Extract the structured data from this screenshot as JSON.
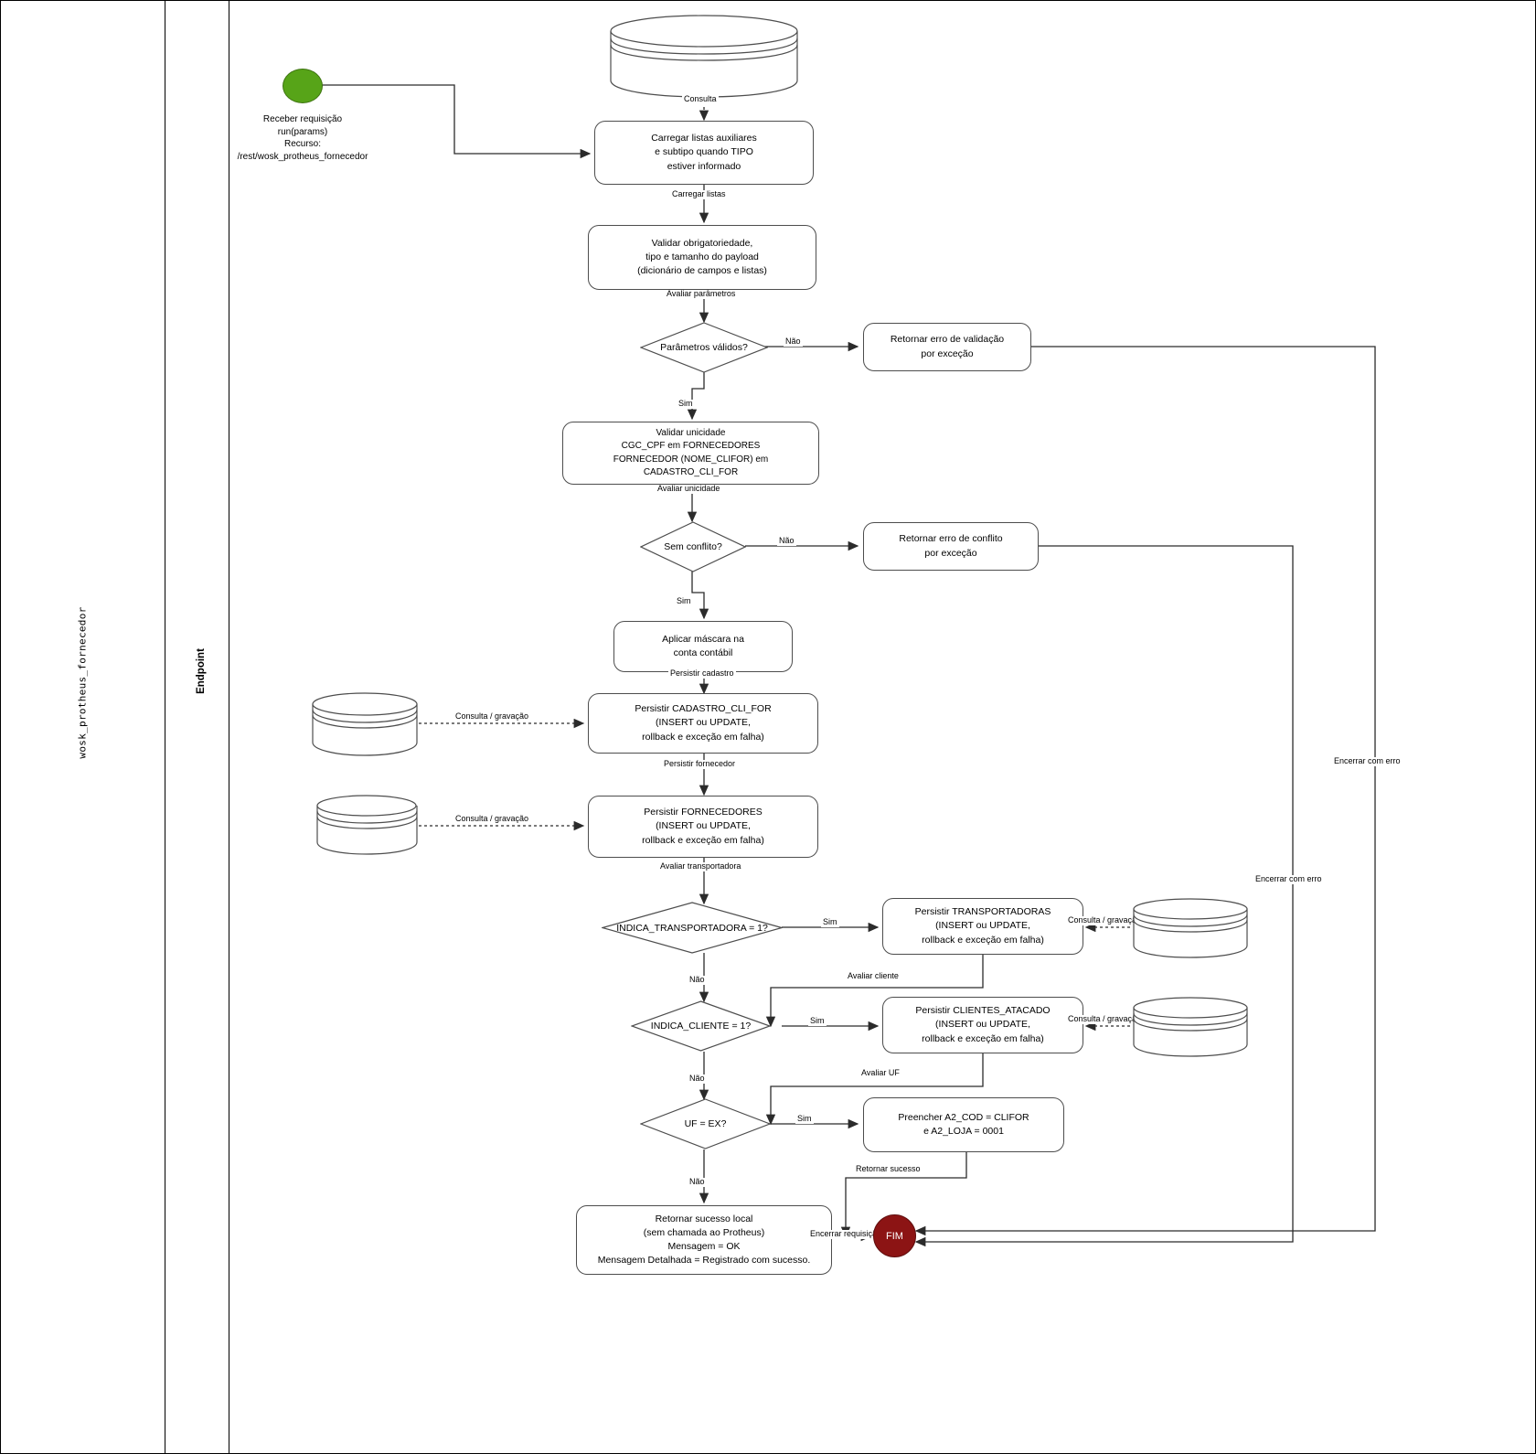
{
  "diagram": {
    "title": "wosk_protheus_fornecedor",
    "lanes": [
      {
        "id": "pool",
        "label": "wosk_protheus_fornecedor"
      },
      {
        "id": "endpoint",
        "label": "Endpoint"
      }
    ],
    "colors": {
      "start": "#57A418",
      "end": "#8C1414",
      "stroke": "#4d4d4d",
      "text": "#000000",
      "background": "#ffffff"
    }
  },
  "nodes": {
    "start": {
      "name": "start-event",
      "shape": "circle",
      "caption": "Receber requisição\nrun(params)\nRecurso: /rest/wosk_protheus_fornecedor"
    },
    "db_top": {
      "name": "datastore-consulta",
      "shape": "database",
      "label": ""
    },
    "carregar_listas": {
      "name": "carregar-listas",
      "shape": "process",
      "text": "Carregar listas auxiliares\ne subtipo quando TIPO\nestiver informado"
    },
    "validar_payload": {
      "name": "validar-payload",
      "shape": "process",
      "text": "Validar obrigatoriedade,\ntipo e tamanho do payload\n(dicionário de campos e listas)"
    },
    "params_validos": {
      "name": "decision-parametros-validos",
      "shape": "decision",
      "text": "Parâmetros válidos?"
    },
    "erro_validacao": {
      "name": "retornar-erro-validacao",
      "shape": "process",
      "text": "Retornar erro de validação\npor exceção"
    },
    "validar_unicidade": {
      "name": "validar-unicidade",
      "shape": "process",
      "text": "Validar unicidade\nCGC_CPF em FORNECEDORES\nFORNECEDOR (NOME_CLIFOR) em CADASTRO_CLI_FOR"
    },
    "sem_conflito": {
      "name": "decision-sem-conflito",
      "shape": "decision",
      "text": "Sem conflito?"
    },
    "erro_conflito": {
      "name": "retornar-erro-conflito",
      "shape": "process",
      "text": "Retornar erro de conflito\npor exceção"
    },
    "mascara": {
      "name": "aplicar-mascara",
      "shape": "process",
      "text": "Aplicar máscara na\nconta contábil"
    },
    "db_cadastro": {
      "name": "datastore-cadastro-cli-for",
      "shape": "database",
      "label": ""
    },
    "persistir_cadastro": {
      "name": "persistir-cadastro-cli-for",
      "shape": "process",
      "text": "Persistir CADASTRO_CLI_FOR\n(INSERT ou UPDATE,\nrollback e exceção em falha)"
    },
    "db_fornecedores": {
      "name": "datastore-fornecedores",
      "shape": "database",
      "label": ""
    },
    "persistir_fornecedores": {
      "name": "persistir-fornecedores",
      "shape": "process",
      "text": "Persistir FORNECEDORES\n(INSERT ou UPDATE,\nrollback e exceção em falha)"
    },
    "indica_transportadora": {
      "name": "decision-indica-transportadora",
      "shape": "decision",
      "text": "INDICA_TRANSPORTADORA = 1?"
    },
    "persistir_transportadoras": {
      "name": "persistir-transportadoras",
      "shape": "process",
      "text": "Persistir TRANSPORTADORAS\n(INSERT ou UPDATE,\nrollback e exceção em falha)"
    },
    "db_transportadoras": {
      "name": "datastore-transportadoras",
      "shape": "database",
      "label": ""
    },
    "indica_cliente": {
      "name": "decision-indica-cliente",
      "shape": "decision",
      "text": "INDICA_CLIENTE = 1?"
    },
    "persistir_clientes": {
      "name": "persistir-clientes-atacado",
      "shape": "process",
      "text": "Persistir CLIENTES_ATACADO\n(INSERT ou UPDATE,\nrollback e exceção em falha)"
    },
    "db_clientes": {
      "name": "datastore-clientes-atacado",
      "shape": "database",
      "label": ""
    },
    "uf_ex": {
      "name": "decision-uf-ex",
      "shape": "decision",
      "text": "UF = EX?"
    },
    "preencher_a2": {
      "name": "preencher-a2-cod",
      "shape": "process",
      "text": "Preencher A2_COD = CLIFOR\ne A2_LOJA = 0001"
    },
    "sucesso_local": {
      "name": "retornar-sucesso-local",
      "shape": "process",
      "text": "Retornar sucesso local\n(sem chamada ao Protheus)\nMensagem = OK\nMensagem Detalhada = Registrado com sucesso."
    },
    "end": {
      "name": "end-event",
      "shape": "circle",
      "label": "FIM"
    }
  },
  "edges": {
    "receber_requisicao": "Receber requisição",
    "consulta": "Consulta",
    "carregar_listas": "Carregar listas",
    "avaliar_parametros": "Avaliar parâmetros",
    "nao_1": "Não",
    "sim_1": "Sim",
    "avaliar_unicidade": "Avaliar unicidade",
    "nao_2": "Não",
    "sim_2": "Sim",
    "persistir_cadastro": "Persistir cadastro",
    "consulta_gravacao_1": "Consulta / gravação",
    "persistir_fornecedor": "Persistir fornecedor",
    "consulta_gravacao_2": "Consulta / gravação",
    "avaliar_transportadora": "Avaliar transportadora",
    "sim_3": "Sim",
    "nao_3": "Não",
    "consulta_gravacao_3": "Consulta / gravação",
    "avaliar_cliente": "Avaliar cliente",
    "sim_4": "Sim",
    "nao_4": "Não",
    "consulta_gravacao_4": "Consulta / gravação",
    "avaliar_uf": "Avaliar UF",
    "sim_5": "Sim",
    "nao_5": "Não",
    "retornar_sucesso": "Retornar sucesso",
    "encerrar_requisicao": "Encerrar requisição",
    "encerrar_com_erro_1": "Encerrar com erro",
    "encerrar_com_erro_2": "Encerrar com erro"
  }
}
